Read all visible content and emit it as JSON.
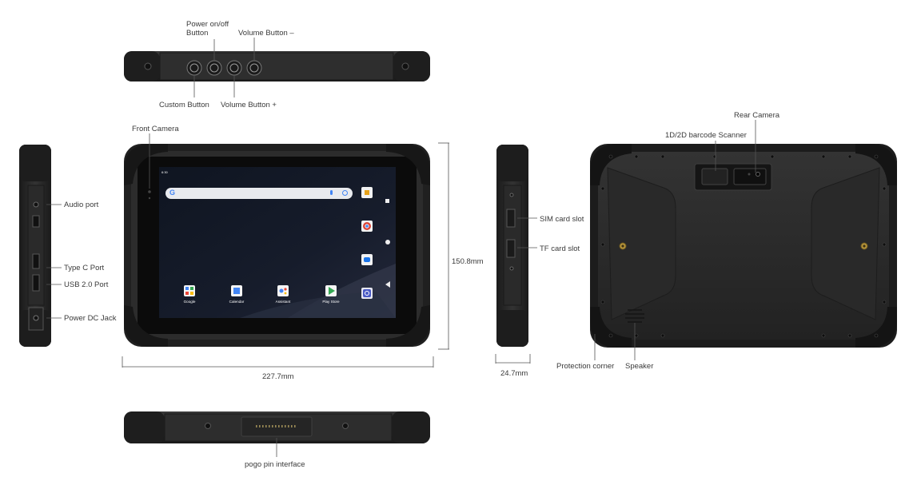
{
  "callouts": {
    "power_button": "Power on/off\nButton",
    "volume_minus": "Volume Button –",
    "custom_button": "Custom Button",
    "volume_plus": "Volume Button +",
    "front_camera": "Front Camera",
    "audio_port": "Audio port",
    "type_c_port": "Type C Port",
    "usb_port": "USB 2.0 Port",
    "power_dc_jack": "Power DC Jack",
    "sim_slot": "SIM card slot",
    "tf_slot": "TF card slot",
    "rear_camera": "Rear Camera",
    "barcode_scanner": "1D/2D barcode Scanner",
    "protection_corner": "Protection corner",
    "speaker": "Speaker",
    "pogo_pin": "pogo pin interface"
  },
  "dimensions": {
    "width": "227.7mm",
    "height": "150.8mm",
    "thickness": "24.7mm"
  },
  "screen": {
    "status_time": "6:30",
    "dock_apps": [
      {
        "label": "Google",
        "icon": "google-folder-icon"
      },
      {
        "label": "Calendar",
        "icon": "calendar-icon"
      },
      {
        "label": "Assistant",
        "icon": "assistant-icon"
      },
      {
        "label": "Play Store",
        "icon": "play-store-icon"
      },
      {
        "label": "",
        "icon": "settings-icon"
      }
    ],
    "right_apps": [
      "gallery-icon",
      "chrome-icon",
      "messages-icon"
    ],
    "search_bar": {
      "logo": "G",
      "icons": [
        "mic-icon",
        "lens-icon"
      ]
    },
    "nav_buttons": [
      "square-nav-icon",
      "circle-nav-icon",
      "triangle-nav-icon"
    ]
  },
  "colors": {
    "device_body": "#2b2b2b",
    "device_edge": "#1a1a1a",
    "screen_bg": "#111826",
    "accent_brass": "#b8953a",
    "line": "#555555"
  }
}
